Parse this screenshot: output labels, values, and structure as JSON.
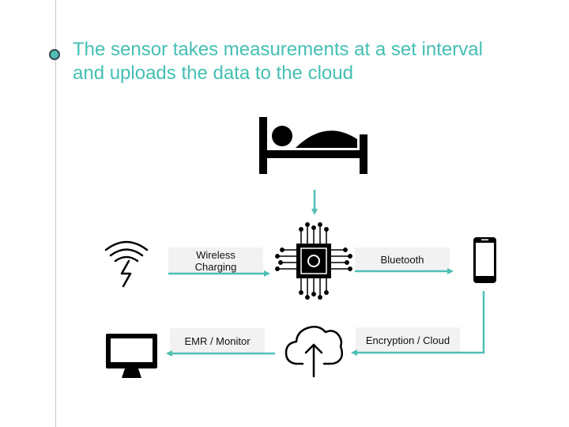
{
  "headline": {
    "line1": "The sensor takes measurements at a set interval",
    "line2": "and uploads the data to the cloud"
  },
  "labels": {
    "wireless_charging": [
      "Wireless",
      "Charging"
    ],
    "bluetooth": "Bluetooth",
    "encryption_cloud": "Encryption / Cloud",
    "emr_monitor": "EMR / Monitor"
  },
  "colors": {
    "accent": "#45bfb4",
    "arrow": "#4fbfb5",
    "icon": "#000000",
    "label_bg": "#f2f2f2"
  },
  "icons": {
    "bed": "person-in-bed-icon",
    "wireless": "wireless-charging-icon",
    "chip": "sensor-chip-icon",
    "phone": "smartphone-icon",
    "cloud": "cloud-upload-icon",
    "monitor": "monitor-icon"
  }
}
